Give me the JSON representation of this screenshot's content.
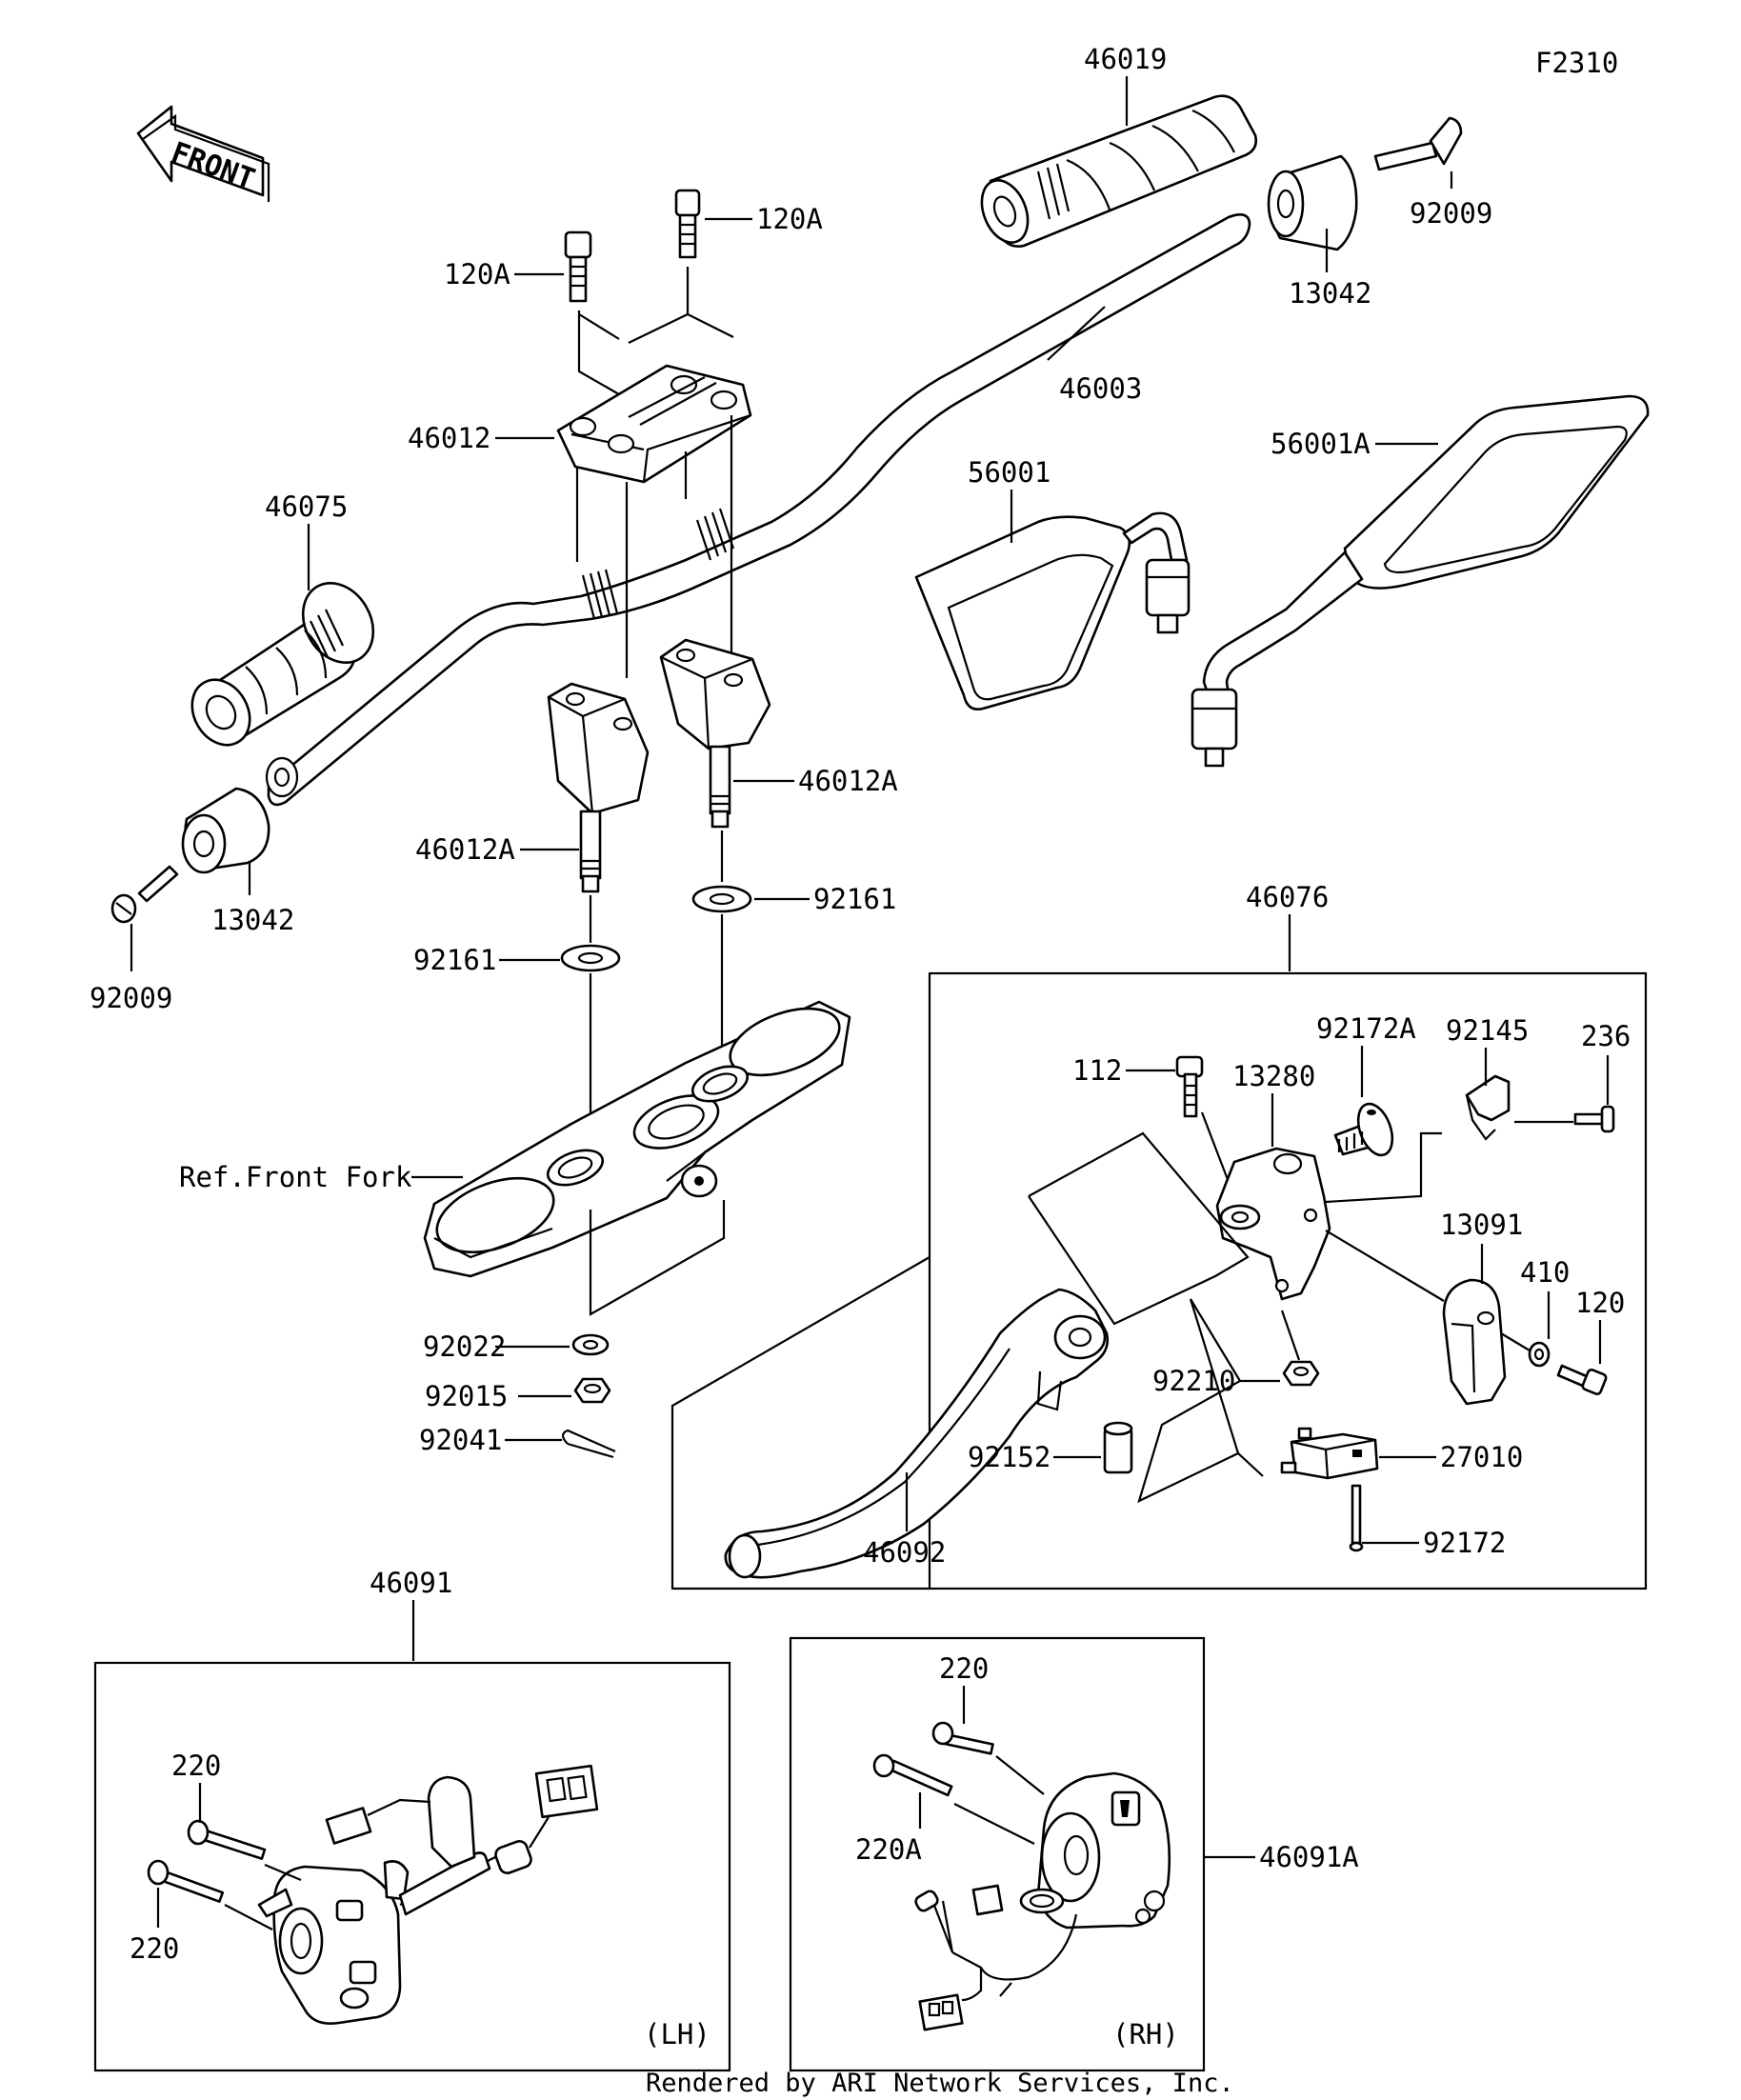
{
  "figure_code": "F2310",
  "front_label": "FRONT",
  "footer": "Rendered by ARI Network Services, Inc.",
  "ref_text": "Ref.Front Fork",
  "side_labels": {
    "lh": "(LH)",
    "rh": "(RH)"
  },
  "labels": {
    "p46019": "46019",
    "p92009_r": "92009",
    "p13042_r": "13042",
    "p46003": "46003",
    "p120A_1": "120A",
    "p120A_2": "120A",
    "p46012": "46012",
    "p46075": "46075",
    "p56001": "56001",
    "p56001A": "56001A",
    "p46012A_r": "46012A",
    "p46012A_l": "46012A",
    "p92161_r": "92161",
    "p92161_l": "92161",
    "p13042_l": "13042",
    "p92009_l": "92009",
    "p46076": "46076",
    "p92172A": "92172A",
    "p92145": "92145",
    "p236": "236",
    "p112": "112",
    "p13280": "13280",
    "p13091": "13091",
    "p410": "410",
    "p120": "120",
    "p92210": "92210",
    "p27010": "27010",
    "p92152": "92152",
    "p46092": "46092",
    "p92172": "92172",
    "p92022": "92022",
    "p92015": "92015",
    "p92041": "92041",
    "p46091": "46091",
    "p220_a": "220",
    "p220_b": "220",
    "p220_c": "220",
    "p220A": "220A",
    "p46091A": "46091A"
  },
  "colors": {
    "line": "#000000",
    "background": "#ffffff"
  }
}
